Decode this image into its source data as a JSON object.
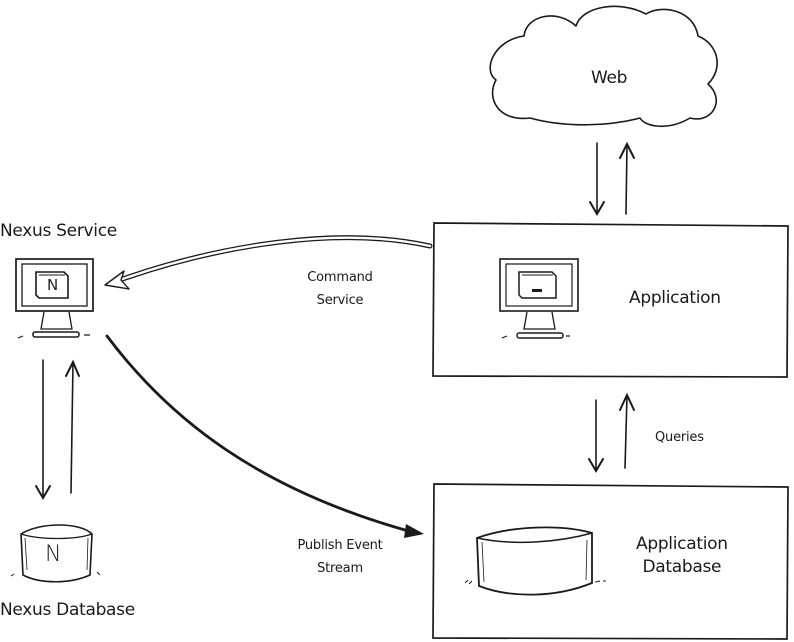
{
  "nodes": {
    "web": {
      "label": "Web"
    },
    "nexus_service": {
      "label": "Nexus Service",
      "icon_letter": "N"
    },
    "nexus_database": {
      "label": "Nexus Database",
      "icon_letter": "N"
    },
    "application": {
      "label": "Application"
    },
    "application_database": {
      "label_line1": "Application",
      "label_line2": "Database"
    }
  },
  "edges": {
    "command_service": {
      "label_line1": "Command",
      "label_line2": "Service",
      "from": "Application",
      "to": "Nexus Service"
    },
    "publish_event_stream": {
      "label_line1": "Publish Event",
      "label_line2": "Stream",
      "from": "Nexus Service",
      "to": "Application Database"
    },
    "queries": {
      "label": "Queries",
      "from": "Application",
      "to": "Application Database",
      "bidirectional": true
    },
    "web_application": {
      "from": "Web",
      "to": "Application",
      "bidirectional": true
    },
    "nexus_service_database": {
      "from": "Nexus Service",
      "to": "Nexus Database",
      "bidirectional": true
    }
  }
}
